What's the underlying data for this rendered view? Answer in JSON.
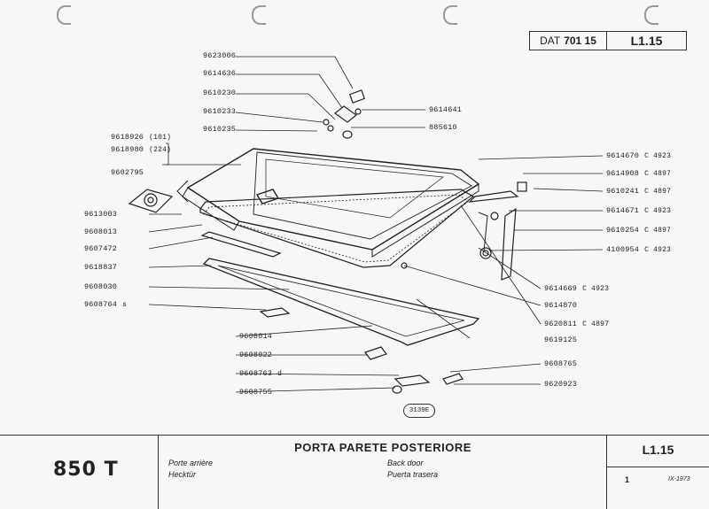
{
  "header": {
    "dat_prefix": "DAT",
    "dat_number": "701 15",
    "table_code": "L1.15"
  },
  "parts": [
    {
      "number": "9623006"
    },
    {
      "number": "9614636"
    },
    {
      "number": "9610230"
    },
    {
      "number": "9610233"
    },
    {
      "number": "9610235"
    },
    {
      "number": "9618926",
      "suffix": "(101)"
    },
    {
      "number": "9618980",
      "suffix": "(224)"
    },
    {
      "number": "9602795"
    },
    {
      "number": "9613003"
    },
    {
      "number": "9608013"
    },
    {
      "number": "9607472"
    },
    {
      "number": "9618837"
    },
    {
      "number": "9608030"
    },
    {
      "number": "9608764",
      "suffix": "s"
    },
    {
      "number": "9608014"
    },
    {
      "number": "9608022"
    },
    {
      "number": "9608763",
      "suffix": "d"
    },
    {
      "number": "9608755"
    },
    {
      "number": "9614641"
    },
    {
      "number": "885610"
    },
    {
      "number": "9614670",
      "suffix": "C 4923"
    },
    {
      "number": "9614908",
      "suffix": "C 4897"
    },
    {
      "number": "9610241",
      "suffix": "C 4897"
    },
    {
      "number": "9614671",
      "suffix": "C 4923"
    },
    {
      "number": "9610254",
      "suffix": "C 4897"
    },
    {
      "number": "4100954",
      "suffix": "C 4923"
    },
    {
      "number": "9614669",
      "suffix": "C 4923"
    },
    {
      "number": "9614870"
    },
    {
      "number": "9620811",
      "suffix": "C 4897"
    },
    {
      "number": "9619125"
    },
    {
      "number": "9608765"
    },
    {
      "number": "9620923"
    }
  ],
  "drawing_ref": "3139E",
  "footer": {
    "model": "850 T",
    "title": "PORTA PARETE POSTERIORE",
    "fr": "Porte arrière",
    "de": "Hecktür",
    "en": "Back door",
    "es": "Puerta trasera",
    "code": "L1.15",
    "sheet": "1",
    "date": "IX-1973"
  }
}
